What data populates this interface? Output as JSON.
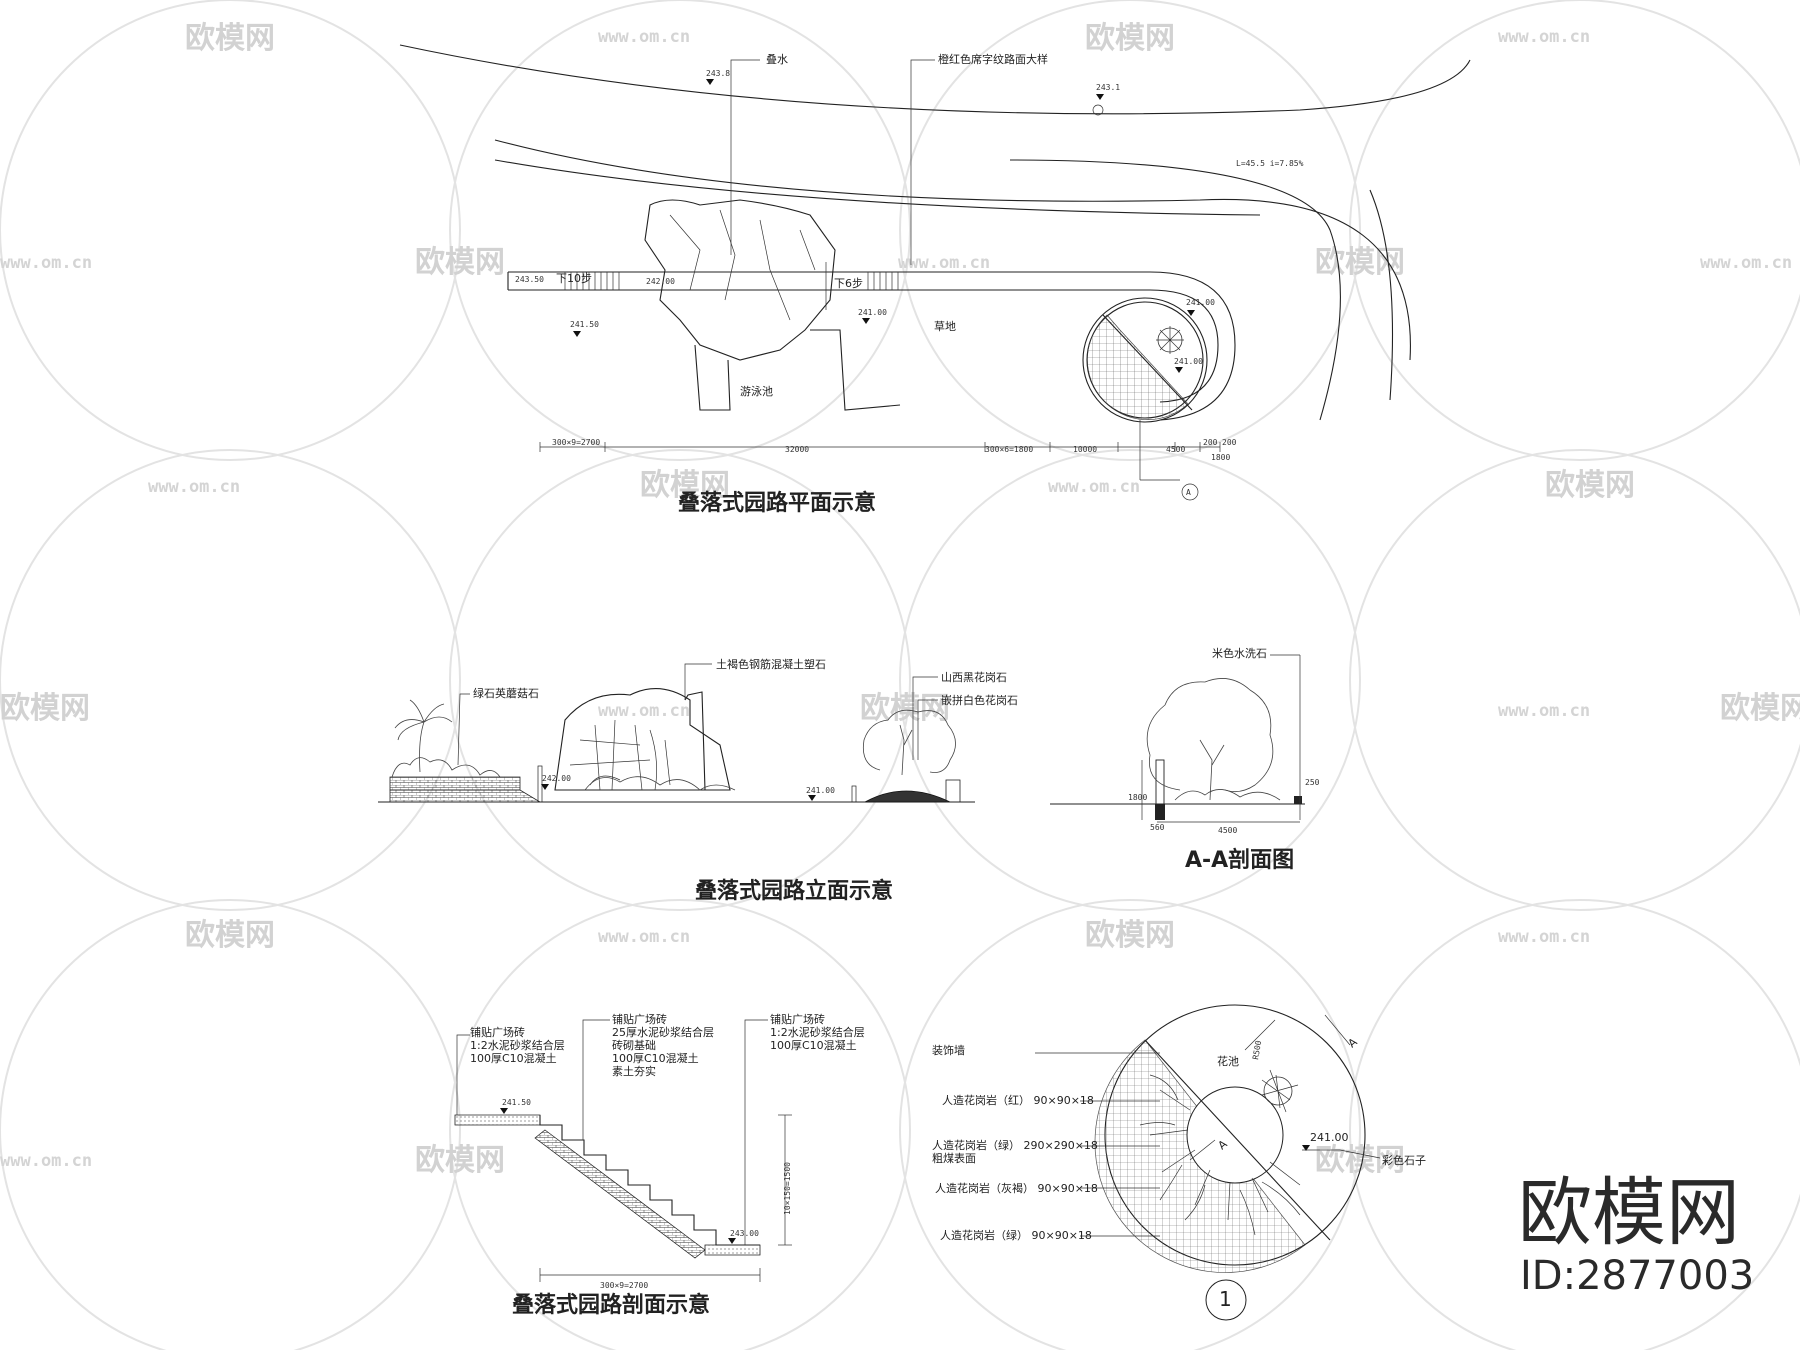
{
  "watermark": {
    "logo_text": "欧模网",
    "url": "www.om.cn"
  },
  "plan": {
    "title": "叠落式园路平面示意",
    "labels": {
      "cascade": "叠水",
      "paving": "橙红色席字纹路面大样",
      "down10": "下10步",
      "down6": "下6步",
      "grass": "草地",
      "pool": "游泳池"
    },
    "dims": {
      "d2700": "300×9=2700",
      "d32000": "32000",
      "d1800": "300×6=1800",
      "d10000": "10000",
      "d4500": "4500",
      "d200a": "200",
      "d200b": "200",
      "d1800b": "1800",
      "slope": "L=45.5 i=7.85%"
    },
    "elevations": {
      "e1": "243.8",
      "e2": "243.50",
      "e3": "242.00",
      "e4": "241.50",
      "e5": "241.00",
      "e6": "241.00",
      "e7": "241.00",
      "e8": "243.1"
    },
    "section_mark": "A"
  },
  "elevation": {
    "title": "叠落式园路立面示意",
    "labels": {
      "stone_green": "绿石英蘑菇石",
      "concrete_rock": "土褐色钢筋混凝土塑石",
      "black_granite": "山西黑花岗石",
      "white_granite": "嵌拼白色花岗石"
    },
    "elev": {
      "e1": "242.00",
      "e2": "241.00"
    }
  },
  "section_aa": {
    "title": "A-A剖面图",
    "label": "米色水洗石",
    "dims": {
      "d4500": "4500",
      "d560": "560",
      "d250": "250",
      "d1800": "1800"
    }
  },
  "steps_section": {
    "title": "叠落式园路剖面示意",
    "notes_left": [
      "铺贴广场砖",
      "1:2水泥砂浆结合层",
      "100厚C10混凝土"
    ],
    "notes_mid": [
      "铺贴广场砖",
      "25厚水泥砂浆结合层",
      "砖砌基础",
      "100厚C10混凝土",
      "素土夯实"
    ],
    "notes_right": [
      "铺贴广场砖",
      "1:2水泥砂浆结合层",
      "100厚C10混凝土"
    ],
    "elev_top": "241.50",
    "elev_bottom": "243.00",
    "dim_horizontal": "300×9=2700",
    "dim_vertical": "10×150=1500"
  },
  "detail": {
    "notes": [
      "装饰墙",
      "人造花岗岩（红） 90×90×18",
      "人造花岗岩（绿） 290×290×18",
      "粗煤表面",
      "人造花岗岩（灰褐） 90×90×18",
      "人造花岗岩（绿） 90×90×18"
    ],
    "flower_bed": "花池",
    "elev": "241.00",
    "colored_stone": "彩色石子",
    "section_a1": "A",
    "section_a2": "A",
    "number": "1",
    "r500": "R500"
  },
  "brand": {
    "name": "欧模网",
    "id": "ID:2877003"
  }
}
